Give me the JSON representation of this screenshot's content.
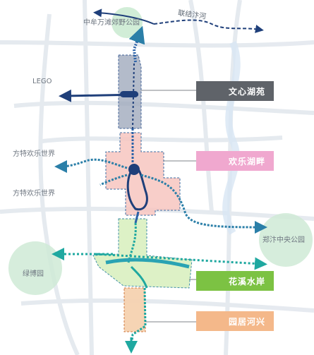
{
  "labels": {
    "zhongmou_park": "中牟万滩郊野公园",
    "river": "联结汴河",
    "lego": "LEGO",
    "fangte_1": "方特欢乐世界",
    "fangte_2": "方特欢乐世界",
    "zhengbian_park": "郑汴中央公园",
    "lvbo_garden": "绿博园"
  },
  "zones": [
    {
      "name": "文心湖苑",
      "color": "#5f6369"
    },
    {
      "name": "欢乐湖畔",
      "color": "#f0a8cf"
    },
    {
      "name": "花溪水岸",
      "color": "#7cc243"
    },
    {
      "name": "园居河兴",
      "color": "#f4b88a"
    }
  ],
  "colors": {
    "navy": "#1f3f7a",
    "teal": "#2b8fa0",
    "cyan": "#1fa8a0",
    "green_park": "#c9ead0"
  }
}
